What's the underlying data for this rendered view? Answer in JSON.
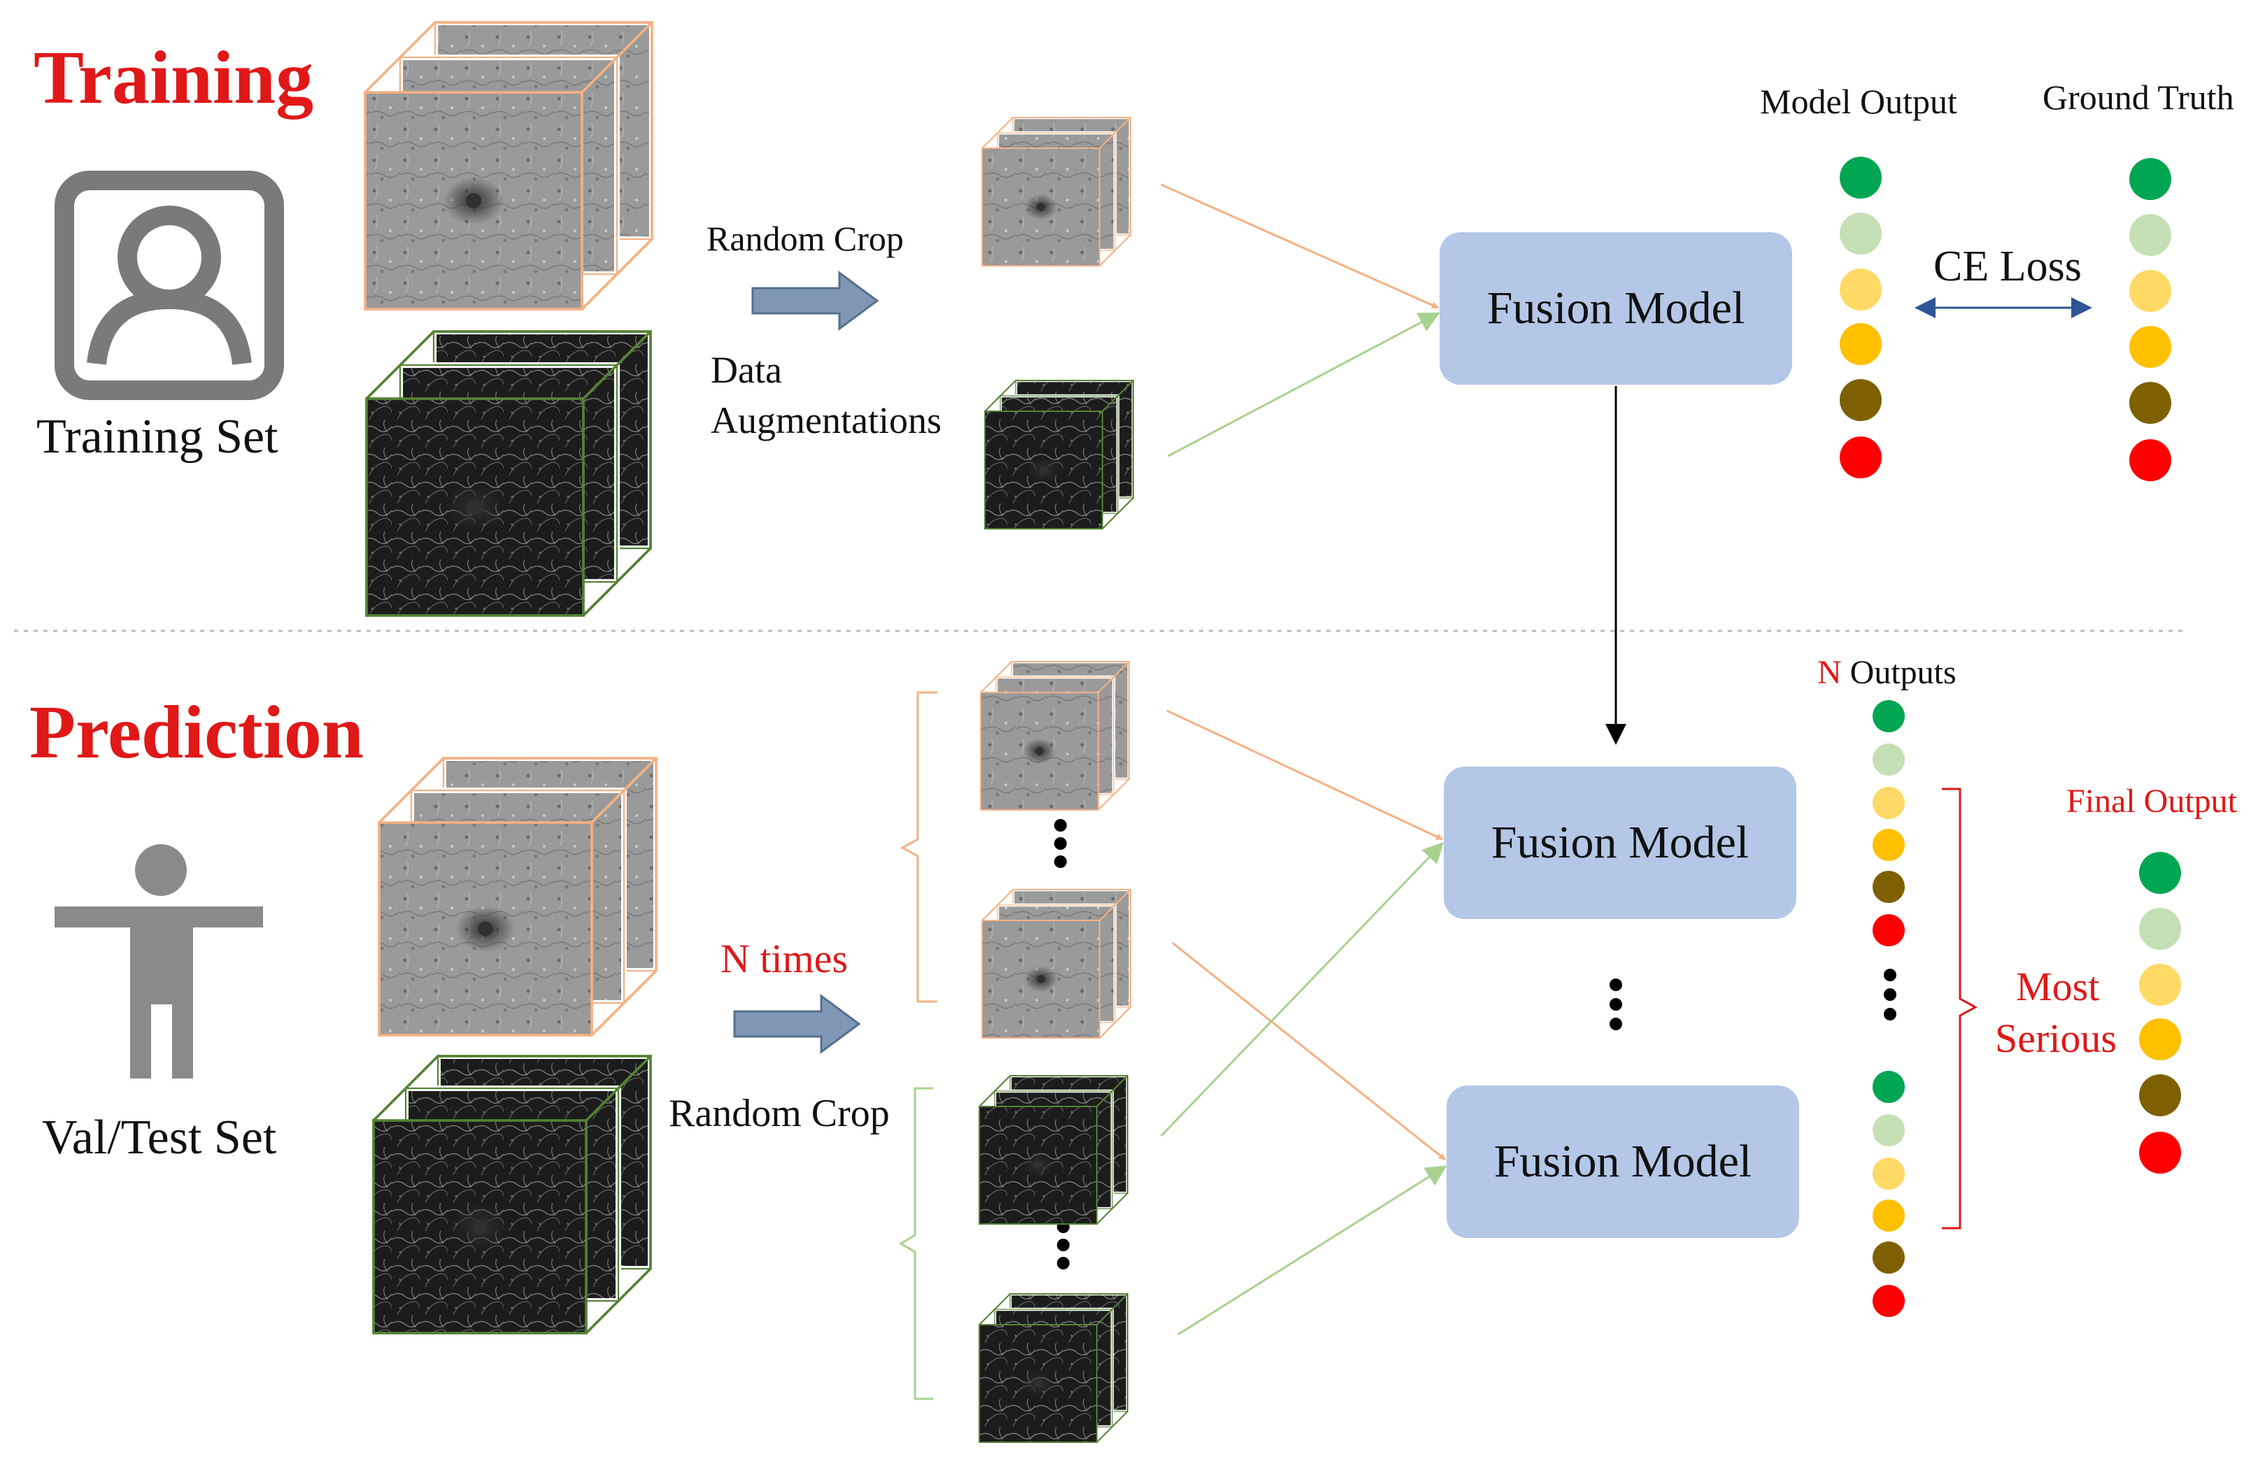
{
  "training": {
    "title": "Training",
    "set_label": "Training Set",
    "random_crop_label": "Random Crop",
    "data_aug_line1": "Data",
    "data_aug_line2": "Augmentations",
    "fusion_model_label": "Fusion Model",
    "model_output_label": "Model Output",
    "ground_truth_label": "Ground Truth",
    "loss_label": "CE Loss"
  },
  "prediction": {
    "title": "Prediction",
    "set_label": "Val/Test Set",
    "n_times_label": "N times",
    "random_crop_label": "Random Crop",
    "fusion_model_label_1": "Fusion Model",
    "fusion_model_label_2": "Fusion Model",
    "n_outputs_n": "N",
    "n_outputs_label": "Outputs",
    "most_serious_line1": "Most",
    "most_serious_line2": "Serious",
    "final_output_label": "Final Output"
  },
  "class_colors": [
    "#00a651",
    "#c5e0b4",
    "#ffd966",
    "#ffc000",
    "#7f6000",
    "#ff0000"
  ],
  "accent_colors": {
    "title_red": "#e01818",
    "fusion_box": "#b4c7e7",
    "gray_frame_border": "#f4b183",
    "dark_frame_border": "#548235",
    "orange_arrow": "#f4b183",
    "green_arrow": "#a9d18e",
    "block_arrow": "#7f96b4",
    "loss_arrow": "#2f5597"
  },
  "icons": [
    "user-portrait-icon",
    "person-icon"
  ]
}
